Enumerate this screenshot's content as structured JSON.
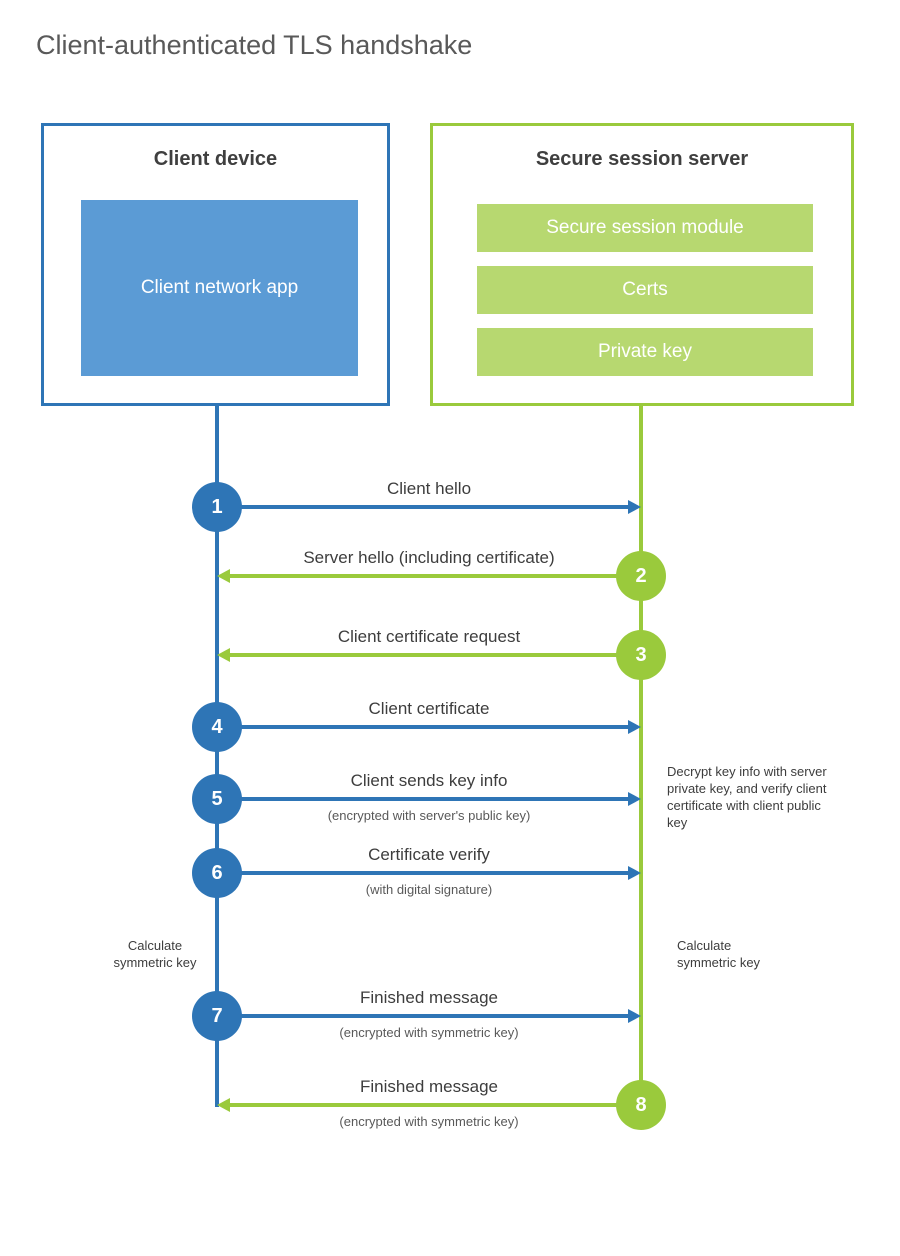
{
  "title": "Client-authenticated TLS handshake",
  "colors": {
    "blue": "#2e75b6",
    "blue_fill": "#5b9bd5",
    "green": "#9aca3c",
    "green_fill": "#b7d870",
    "text_dark": "#3d3d3d",
    "text_gray": "#595959"
  },
  "actors": {
    "client": {
      "title": "Client device",
      "app_label": "Client network app"
    },
    "server": {
      "title": "Secure session server",
      "modules": [
        {
          "label": "Secure session module"
        },
        {
          "label": "Certs"
        },
        {
          "label": "Private key"
        }
      ]
    }
  },
  "steps": [
    {
      "num": "1",
      "label": "Client hello",
      "sub": "",
      "direction": "ltr",
      "color": "blue"
    },
    {
      "num": "2",
      "label": "Server hello (including certificate)",
      "sub": "",
      "direction": "rtl",
      "color": "green"
    },
    {
      "num": "3",
      "label": "Client certificate request",
      "sub": "",
      "direction": "rtl",
      "color": "green"
    },
    {
      "num": "4",
      "label": "Client certificate",
      "sub": "",
      "direction": "ltr",
      "color": "blue"
    },
    {
      "num": "5",
      "label": "Client sends key info",
      "sub": "(encrypted with server's public key)",
      "direction": "ltr",
      "color": "blue"
    },
    {
      "num": "6",
      "label": "Certificate verify",
      "sub": "(with digital signature)",
      "direction": "ltr",
      "color": "blue"
    },
    {
      "num": "7",
      "label": "Finished message",
      "sub": "(encrypted with symmetric key)",
      "direction": "ltr",
      "color": "blue"
    },
    {
      "num": "8",
      "label": "Finished message",
      "sub": "(encrypted with symmetric key)",
      "direction": "rtl",
      "color": "green"
    }
  ],
  "notes": {
    "decrypt": "Decrypt key info with server private key, and verify client certificate with client public key",
    "calc_left": "Calculate symmetric key",
    "calc_right": "Calculate symmetric key"
  }
}
